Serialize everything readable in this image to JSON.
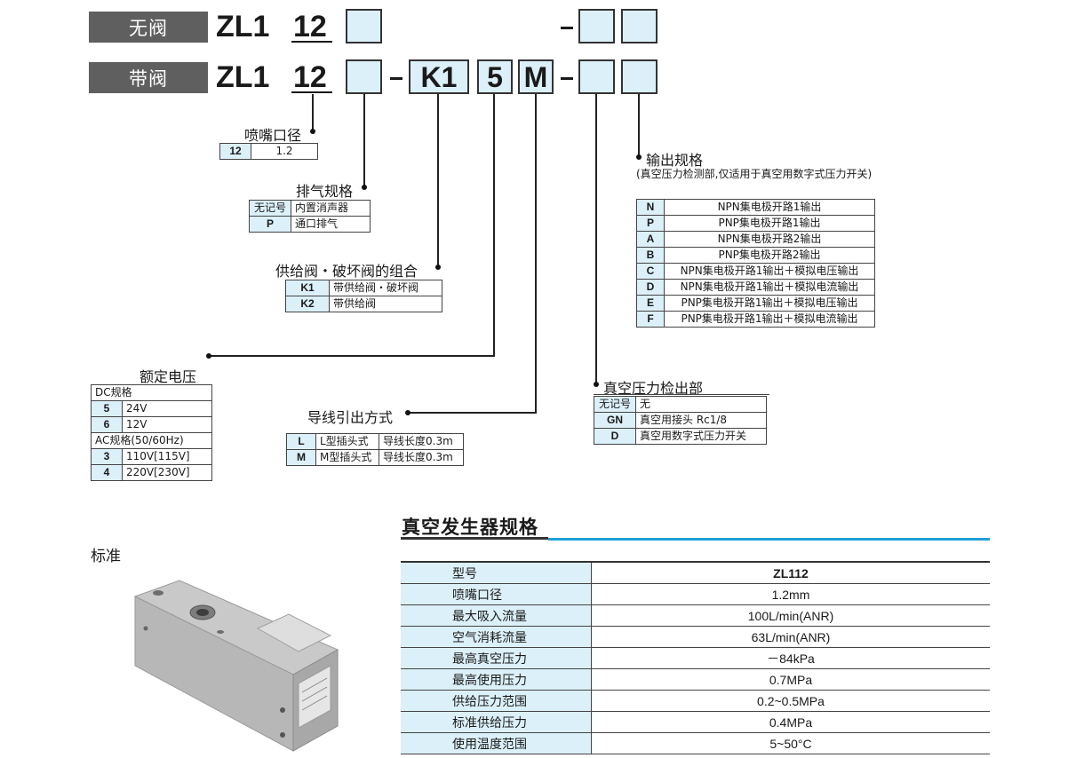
{
  "header": {
    "row1_label": "无阀",
    "row2_label": "带阀",
    "prefix": "ZL1",
    "size_code": "12",
    "k_code": "K1",
    "v_code": "5",
    "w_code": "M",
    "dash": "-"
  },
  "nozzle": {
    "title": "喷嘴口径",
    "rows": [
      {
        "code": "12",
        "desc": "1.2"
      }
    ]
  },
  "exhaust": {
    "title": "排气规格",
    "rows": [
      {
        "code": "无记号",
        "desc": "内置消声器"
      },
      {
        "code": "P",
        "desc": "通口排气"
      }
    ]
  },
  "valve_combo": {
    "title": "供给阀・破坏阀的组合",
    "rows": [
      {
        "code": "K1",
        "desc": "带供给阀・破坏阀"
      },
      {
        "code": "K2",
        "desc": "带供给阀"
      }
    ]
  },
  "voltage": {
    "title": "额定电压",
    "dc_header": "DC规格",
    "dc_rows": [
      {
        "code": "5",
        "desc": "24V"
      },
      {
        "code": "6",
        "desc": "12V"
      }
    ],
    "ac_header": "AC规格(50/60Hz)",
    "ac_rows": [
      {
        "code": "3",
        "desc": "110V[115V]"
      },
      {
        "code": "4",
        "desc": "220V[230V]"
      }
    ]
  },
  "wiring": {
    "title": "导线引出方式",
    "rows": [
      {
        "code": "L",
        "type": "L型插头式",
        "desc": "导线长度0.3m"
      },
      {
        "code": "M",
        "type": "M型插头式",
        "desc": "导线长度0.3m"
      }
    ]
  },
  "output": {
    "title": "输出规格",
    "note": "(真空压力检测部,仅适用于真空用数字式压力开关)",
    "rows": [
      {
        "code": "N",
        "desc": "NPN集电极开路1输出"
      },
      {
        "code": "P",
        "desc": "PNP集电极开路1输出"
      },
      {
        "code": "A",
        "desc": "NPN集电极开路2输出"
      },
      {
        "code": "B",
        "desc": "PNP集电极开路2输出"
      },
      {
        "code": "C",
        "desc": "NPN集电极开路1输出＋模拟电压输出"
      },
      {
        "code": "D",
        "desc": "NPN集电极开路1输出＋模拟电流输出"
      },
      {
        "code": "E",
        "desc": "PNP集电极开路1输出＋模拟电压输出"
      },
      {
        "code": "F",
        "desc": "PNP集电极开路1输出＋模拟电流输出"
      }
    ]
  },
  "vacuum_detect": {
    "title": "真空压力检出部",
    "rows": [
      {
        "code": "无记号",
        "desc": "无"
      },
      {
        "code": "GN",
        "desc": "真空用接头 Rc1/8"
      },
      {
        "code": "D",
        "desc": "真空用数字式压力开关"
      }
    ]
  },
  "product": {
    "label": "标准"
  },
  "spec": {
    "title": "真空发生器规格",
    "header": {
      "name": "型号",
      "value": "ZL112"
    },
    "rows": [
      {
        "name": "喷嘴口径",
        "value": "1.2mm"
      },
      {
        "name": "最大吸入流量",
        "value": "100L/min(ANR)"
      },
      {
        "name": "空气消耗流量",
        "value": "63L/min(ANR)"
      },
      {
        "name": "最高真空压力",
        "value": "－84kPa"
      },
      {
        "name": "最高使用压力",
        "value": "0.7MPa"
      },
      {
        "name": "供给压力范围",
        "value": "0.2~0.5MPa"
      },
      {
        "name": "标准供给压力",
        "value": "0.4MPa"
      },
      {
        "name": "使用温度范围",
        "value": "5~50°C"
      }
    ]
  },
  "colors": {
    "box_fill": "#dcf0f9",
    "bar_gray": "#5f5f5f",
    "accent_blue": "#1ea0d8"
  }
}
